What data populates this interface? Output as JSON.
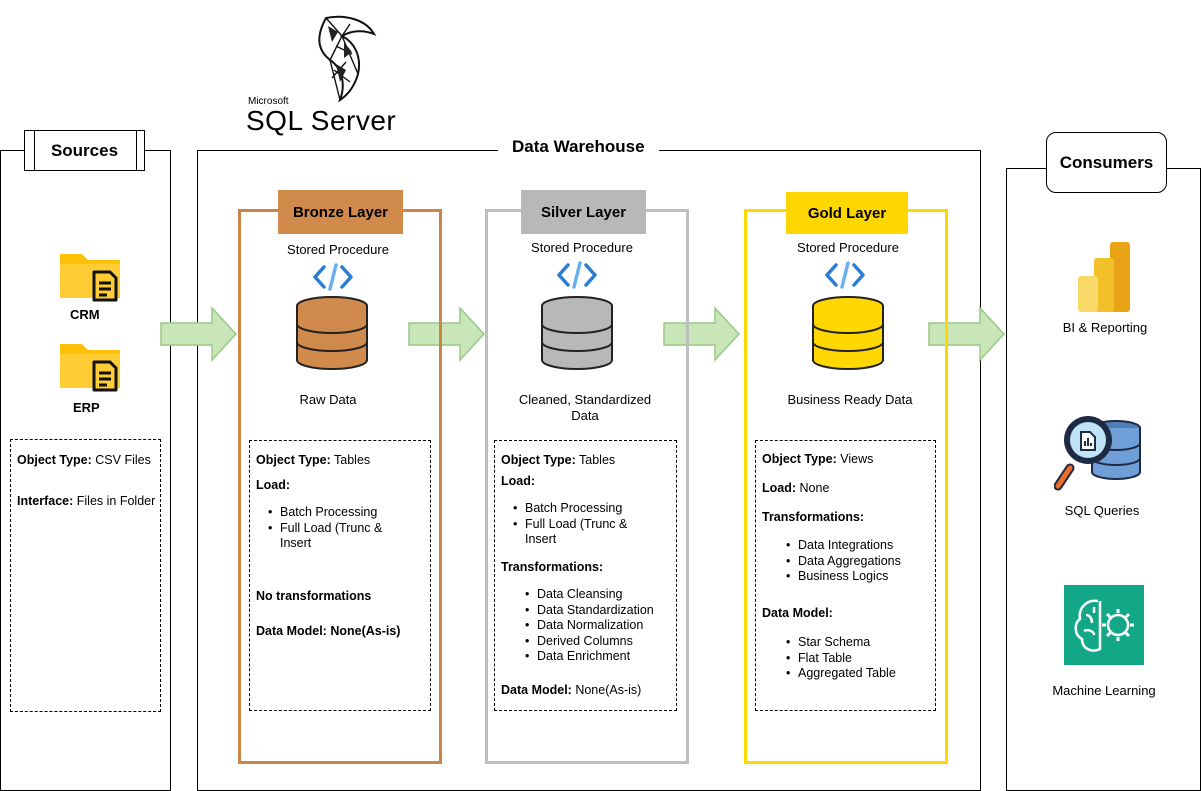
{
  "logo": {
    "brand": "Microsoft",
    "product": "SQL Server"
  },
  "sources": {
    "title": "Sources",
    "items": [
      {
        "label": "CRM",
        "icon": "folder-file-icon"
      },
      {
        "label": "ERP",
        "icon": "folder-file-icon"
      }
    ],
    "details": {
      "object_type_label": "Object Type:",
      "object_type_value": "CSV Files",
      "interface_label": "Interface:",
      "interface_value": "Files in Folder"
    }
  },
  "warehouse": {
    "title": "Data Warehouse"
  },
  "bronze": {
    "label": "Bronze Layer",
    "procedure": "Stored Procedure",
    "data_label": "Raw Data",
    "object_type_label": "Object Type:",
    "object_type_value": "Tables",
    "load_label": "Load:",
    "load_items": [
      "Batch Processing",
      "Full Load (Trunc &",
      "Insert"
    ],
    "transformations_text": "No transformations",
    "data_model_label": "Data Model:",
    "data_model_value": "None(As-is)",
    "color": "#c98546",
    "fill": "#cf8a4c"
  },
  "silver": {
    "label": "Silver Layer",
    "procedure": "Stored Procedure",
    "data_label_1": "Cleaned, Standardized",
    "data_label_2": "Data",
    "object_type_label": "Object Type:",
    "object_type_value": "Tables",
    "load_label": "Load:",
    "load_items": [
      "Batch Processing",
      "Full Load (Trunc &",
      "Insert"
    ],
    "transformations_label": "Transformations:",
    "transformations": [
      "Data Cleansing",
      "Data Standardization",
      "Data Normalization",
      "Derived Columns",
      "Data Enrichment"
    ],
    "data_model_label": "Data Model:",
    "data_model_value": "None(As-is)",
    "color": "#bfbfbf",
    "fill": "#b8b8b8"
  },
  "gold": {
    "label": "Gold Layer",
    "procedure": "Stored Procedure",
    "data_label": "Business Ready Data",
    "object_type_label": "Object Type:",
    "object_type_value": "Views",
    "load_label": "Load:",
    "load_value": "None",
    "transformations_label": "Transformations:",
    "transformations": [
      "Data Integrations",
      "Data Aggregations",
      "Business Logics"
    ],
    "data_model_label": "Data Model:",
    "data_model_items": [
      "Star Schema",
      "Flat Table",
      "Aggregated Table"
    ],
    "color": "#ffd700",
    "fill": "#ffd700"
  },
  "consumers": {
    "title": "Consumers",
    "items": [
      {
        "label": "BI & Reporting",
        "icon": "power-bi-icon"
      },
      {
        "label": "SQL Queries",
        "icon": "sql-query-icon"
      },
      {
        "label": "Machine Learning",
        "icon": "machine-learning-icon"
      }
    ]
  },
  "colors": {
    "arrow": "#c8e6b8",
    "arrow_border": "#98c886",
    "folder": "#ffc107",
    "ml_bg": "#12a887",
    "code_icon": "#2b7cd3"
  }
}
